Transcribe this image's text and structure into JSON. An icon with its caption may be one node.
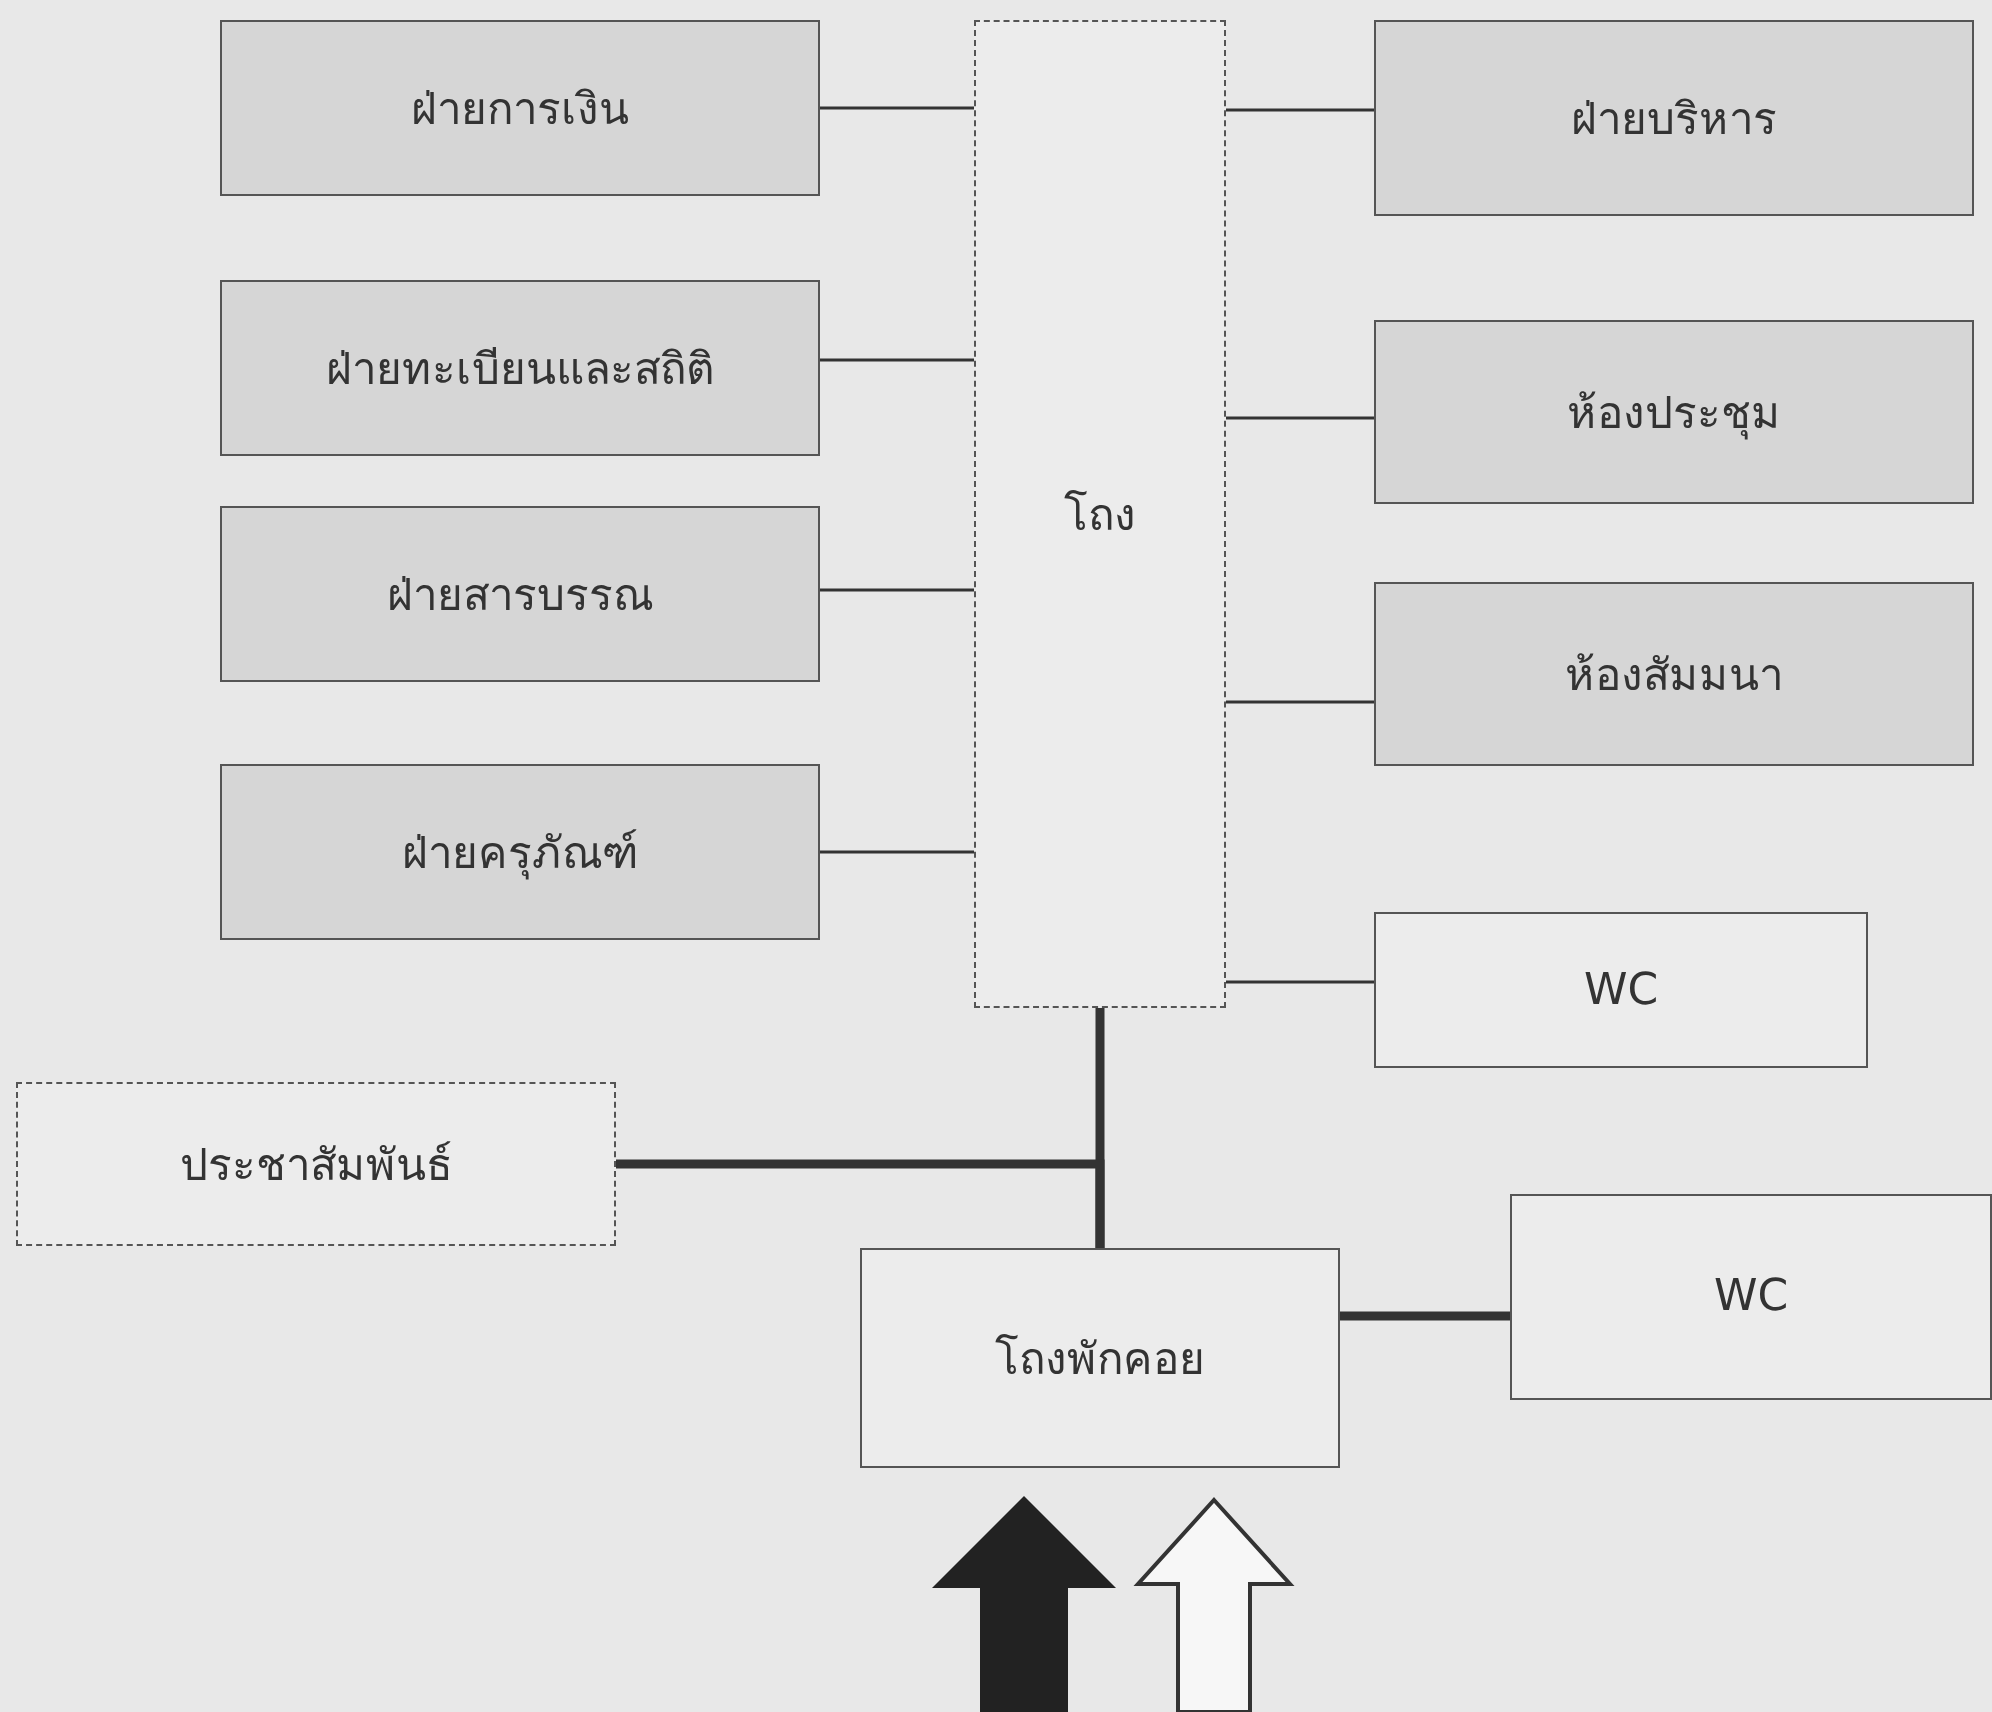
{
  "diagram": {
    "nodes": [
      {
        "text": [
          "ฝ่ายการเงิน"
        ]
      },
      {
        "text": [
          "ฝ่ายทะเบียนและสถิติ"
        ]
      },
      {
        "text": [
          "ฝ่ายสารบรรณ"
        ]
      },
      {
        "text": [
          "ฝ่ายครุภัณฑ์"
        ]
      },
      {
        "text": [
          "โถง"
        ]
      },
      {
        "text": [
          "ฝ่ายบริหาร"
        ]
      },
      {
        "text": [
          "ห้องประชุม"
        ]
      },
      {
        "text": [
          "ห้องสัมมนา"
        ]
      },
      {
        "text": [
          "WC"
        ]
      },
      {
        "text": [
          "ประชาสัมพันธ์"
        ]
      },
      {
        "text": [
          "โถงพักคอย"
        ]
      },
      {
        "text": [
          "WC"
        ]
      }
    ],
    "edges": [
      {
        "from": 0,
        "to": 4,
        "arrow": "none"
      },
      {
        "from": 1,
        "to": 4,
        "arrow": "none"
      },
      {
        "from": 2,
        "to": 4,
        "arrow": "none"
      },
      {
        "from": 3,
        "to": 4,
        "arrow": "none"
      },
      {
        "from": 4,
        "to": 5,
        "arrow": "none"
      },
      {
        "from": 4,
        "to": 6,
        "arrow": "none"
      },
      {
        "from": 4,
        "to": 7,
        "arrow": "none"
      },
      {
        "from": 4,
        "to": 8,
        "arrow": "none"
      },
      {
        "from": 4,
        "to": 10,
        "arrow": "none",
        "style": "thick"
      },
      {
        "from": 9,
        "to": 10,
        "arrow": "none",
        "style": "thick"
      },
      {
        "from": 10,
        "to": 11,
        "arrow": "none",
        "style": "thick"
      }
    ]
  }
}
